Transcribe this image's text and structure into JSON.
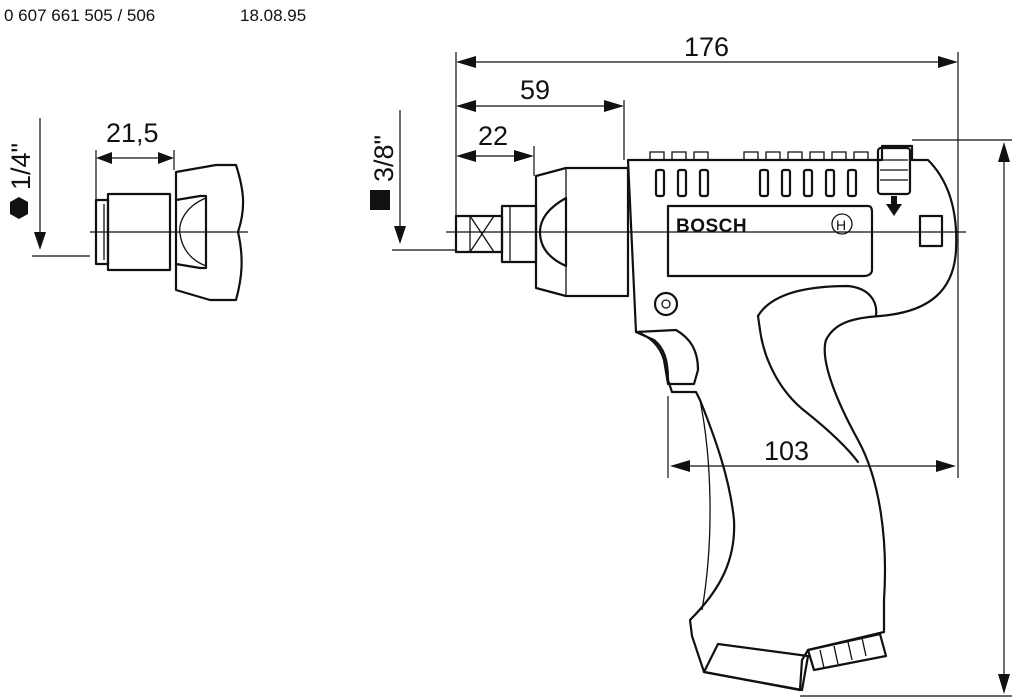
{
  "header": {
    "part_numbers": "0 607 661 505 / 506",
    "date": "18.08.95"
  },
  "dimensions": {
    "overall_length": "176",
    "nose_length": "59",
    "drive_length": "22",
    "handle_length": "103",
    "small_drive_length": "21,5"
  },
  "drive_sizes": {
    "hex_drive": "1/4\"",
    "square_drive": "3/8\""
  },
  "brand": {
    "logo_text": "BOSCH",
    "mark_letter": "H"
  },
  "symbols": {
    "hex": "hexagon-icon",
    "square": "square-icon"
  }
}
